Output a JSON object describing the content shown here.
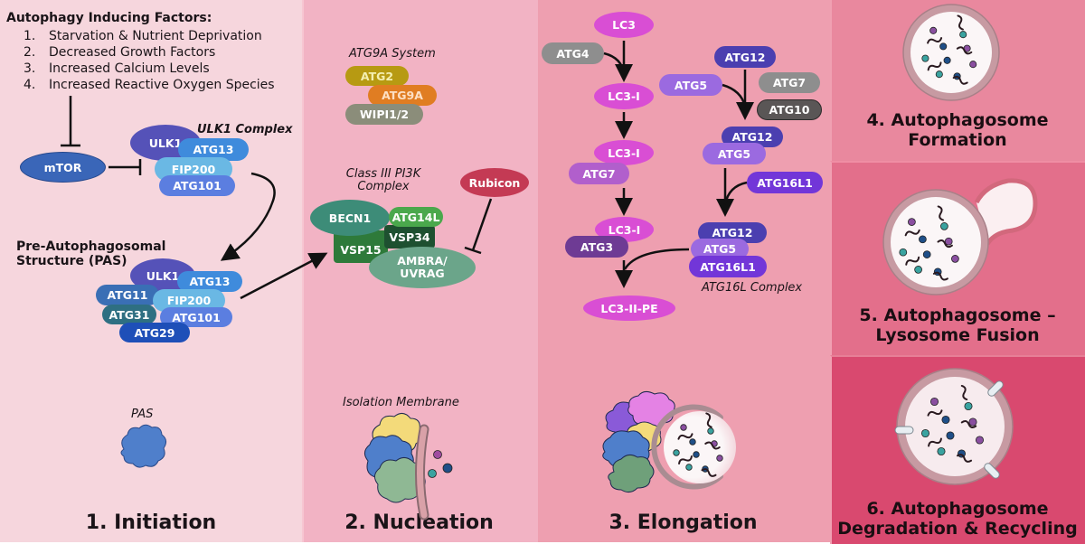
{
  "panels": {
    "initiation": {
      "title": "1. Initiation",
      "factors_title": "Autophagy Inducing Factors:",
      "factors": [
        {
          "num": "1.",
          "text": "Starvation & Nutrient Deprivation"
        },
        {
          "num": "2.",
          "text": "Decreased Growth Factors"
        },
        {
          "num": "3.",
          "text": "Increased Calcium Levels"
        },
        {
          "num": "4.",
          "text": "Increased Reactive Oxygen Species"
        }
      ],
      "mtor": "mTOR",
      "ulk1_complex_label": "ULK1 Complex",
      "ulk1_complex": [
        "ULK1",
        "ATG13",
        "FIP200",
        "ATG101"
      ],
      "pas_label": "Pre-Autophagosomal Structure (PAS)",
      "pas_label_line1": "Pre-Autophagosomal",
      "pas_label_line2": "Structure (PAS)",
      "pas_complex": [
        "ULK1",
        "ATG13",
        "ATG11",
        "FIP200",
        "ATG31",
        "ATG101",
        "ATG29"
      ],
      "pas_icon_label": "PAS"
    },
    "nucleation": {
      "title": "2. Nucleation",
      "atg9a_label": "ATG9A System",
      "atg9a_system": [
        "ATG2",
        "ATG9A",
        "WIPI1/2"
      ],
      "pi3k_label_line1": "Class III PI3K",
      "pi3k_label_line2": "Complex",
      "pi3k_complex": [
        "BECN1",
        "ATG14L",
        "VSP34",
        "VSP15",
        "AMBRA/",
        "UVRAG"
      ],
      "rubicon": "Rubicon",
      "membrane_label": "Isolation Membrane"
    },
    "elongation": {
      "title": "3. Elongation",
      "lc3_pathway": [
        "LC3",
        "ATG4",
        "LC3-I",
        "LC3-I",
        "ATG7",
        "LC3-I",
        "ATG3",
        "LC3-II-PE"
      ],
      "atg12_pathway": [
        "ATG12",
        "ATG5",
        "ATG7",
        "ATG10",
        "ATG12",
        "ATG5",
        "ATG16L1"
      ],
      "atg16l_complex": [
        "ATG12",
        "ATG5",
        "ATG16L1"
      ],
      "atg16l_label": "ATG16L Complex"
    },
    "formation": {
      "title_line1": "4. Autophagosome",
      "title_line2": "Formation"
    },
    "fusion": {
      "title_line1": "5. Autophagosome –",
      "title_line2": "Lysosome Fusion"
    },
    "degradation": {
      "title_line1": "6. Autophagosome",
      "title_line2": "Degradation & Recycling"
    }
  },
  "colors": {
    "initiation_bg": "#f6d6dd",
    "nucleation_bg": "#f2b3c4",
    "elongation_bg": "#ee9fb0",
    "formation_bg": "#e9889e",
    "fusion_bg": "#e36f8b",
    "degradation_bg": "#d9496f"
  }
}
